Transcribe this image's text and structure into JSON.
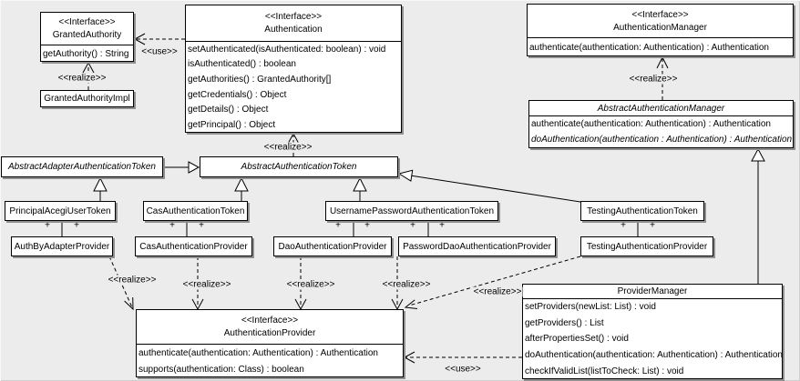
{
  "diagram": {
    "background_color": "#ececec",
    "box_fill": "#ffffff",
    "border_color": "#000000",
    "shadow_color": "#8f8f8f"
  },
  "labels": {
    "realize": "<<realize>>",
    "use": "<<use>>",
    "plus": "+"
  },
  "classes": {
    "granted_authority": {
      "stereotype": "<<Interface>>",
      "name": "GrantedAuthority",
      "methods": [
        "getAuthority() : String"
      ]
    },
    "granted_authority_impl": {
      "name": "GrantedAuthorityImpl"
    },
    "authentication": {
      "stereotype": "<<Interface>>",
      "name": "Authentication",
      "methods": [
        "setAuthenticated(isAuthenticated: boolean) : void",
        "isAuthenticated() : boolean",
        "getAuthorities() : GrantedAuthority[]",
        "getCredentials() : Object",
        "getDetails() : Object",
        "getPrincipal() : Object"
      ]
    },
    "authentication_manager": {
      "stereotype": "<<Interface>>",
      "name": "AuthenticationManager",
      "methods": [
        "authenticate(authentication: Authentication) : Authentication"
      ]
    },
    "abstract_authentication_manager": {
      "name": "AbstractAuthenticationManager",
      "methods": [
        "authenticate(authentication: Authentication) : Authentication",
        "doAuthentication(authentication : Authentication) : Authentication"
      ]
    },
    "abstract_adapter_authentication_token": {
      "name": "AbstractAdapterAuthenticationToken"
    },
    "abstract_authentication_token": {
      "name": "AbstractAuthenticationToken"
    },
    "principal_acegi_user_token": {
      "name": "PrincipalAcegiUserToken"
    },
    "cas_authentication_token": {
      "name": "CasAuthenticationToken"
    },
    "username_password_authentication_token": {
      "name": "UsernamePasswordAuthenticationToken"
    },
    "testing_authentication_token": {
      "name": "TestingAuthenticationToken"
    },
    "auth_by_adapter_provider": {
      "name": "AuthByAdapterProvider"
    },
    "cas_authentication_provider": {
      "name": "CasAuthenticationProvider"
    },
    "dao_authentication_provider": {
      "name": "DaoAuthenticationProvider"
    },
    "password_dao_authentication_provider": {
      "name": "PasswordDaoAuthenticationProvider"
    },
    "testing_authentication_provider": {
      "name": "TestingAuthenticationProvider"
    },
    "authentication_provider": {
      "stereotype": "<<Interface>>",
      "name": "AuthenticationProvider",
      "methods": [
        "authenticate(authentication: Authentication) : Authentication",
        "supports(authentication: Class) : boolean"
      ]
    },
    "provider_manager": {
      "name": "ProviderManager",
      "methods": [
        "setProviders(newList: List) : void",
        "getProviders() : List",
        "afterPropertiesSet() : void",
        "doAuthentication(authentication: Authentication) : Authentication",
        "checkIfValidList(listToCheck: List) : void"
      ]
    }
  }
}
